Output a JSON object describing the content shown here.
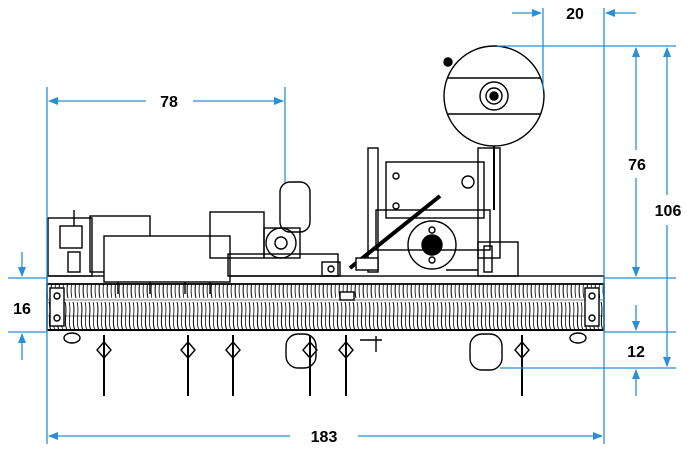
{
  "colors": {
    "dimension": "#2a8fd6",
    "machine": "#000000",
    "background": "#ffffff"
  },
  "dimensions": {
    "top_right_width": "20",
    "left_machine_width": "78",
    "upper_height": "76",
    "overall_height": "106",
    "conveyor_height": "16",
    "lower_height": "12",
    "overall_length": "183"
  }
}
